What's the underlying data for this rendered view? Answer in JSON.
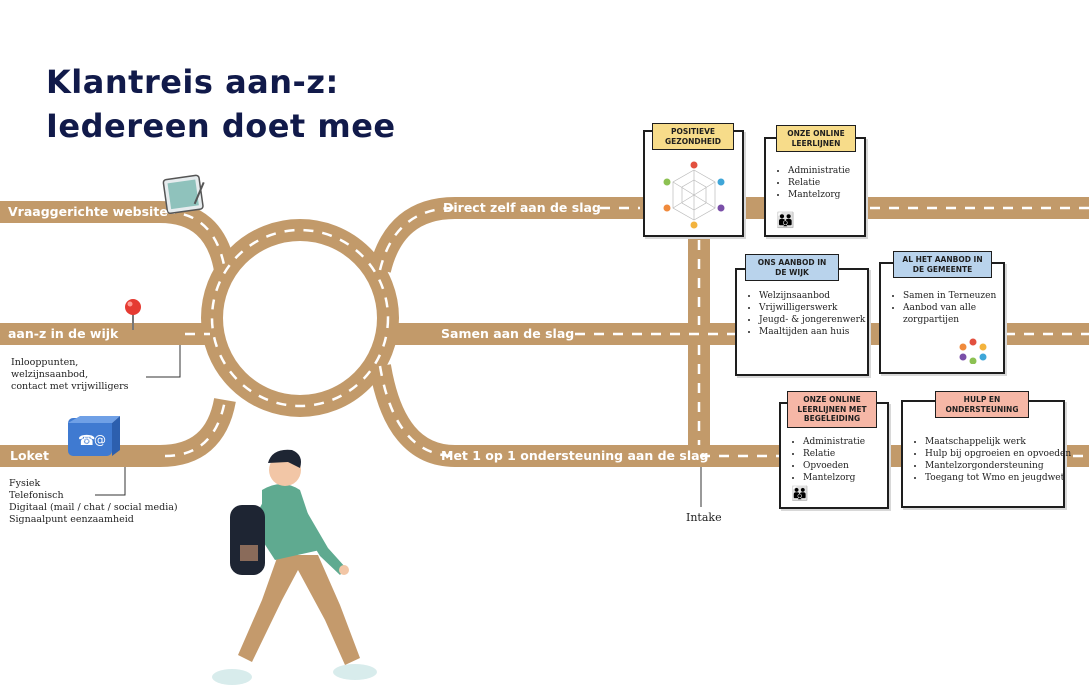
{
  "title": {
    "line1": "Klantreis aan-z:",
    "line2": "Iedereen doet mee"
  },
  "roads": {
    "website": "Vraaggerichte website",
    "wijk": "aan-z in de wijk",
    "loket": "Loket",
    "direct": "Direct zelf aan de slag",
    "samen": "Samen aan de slag",
    "een_op_een": "Met 1 op 1 ondersteuning aan de slag"
  },
  "notes": {
    "wijk": [
      "Inlooppunten,",
      "welzijnsaanbod,",
      "contact met vrijwilligers"
    ],
    "loket": [
      "Fysiek",
      "Telefonisch",
      "Digitaal (mail / chat / social media)",
      "Signaalpunt eenzaamheid"
    ],
    "intake": "Intake"
  },
  "cards": {
    "positieve": {
      "title": "POSITIEVE GEZONDHEID",
      "color": "#f7dc8a"
    },
    "online": {
      "title": "ONZE ONLINE LEERLIJNEN",
      "color": "#f7dc8a",
      "items": [
        "Administratie",
        "Relatie",
        "Mantelzorg"
      ]
    },
    "wijk": {
      "title": "ONS AANBOD IN DE WIJK",
      "color": "#b9d3ec",
      "items": [
        "Welzijnsaanbod",
        "Vrijwilligerswerk",
        "Jeugd- & jongerenwerk",
        "Maaltijden aan huis"
      ]
    },
    "gemeente": {
      "title": "AL HET AANBOD IN DE GEMEENTE",
      "color": "#b9d3ec",
      "items": [
        "Samen in Terneuzen",
        "Aanbod van alle zorgpartijen"
      ]
    },
    "begeleiding": {
      "title": "ONZE ONLINE LEERLIJNEN MET BEGELEIDING",
      "color": "#f6b7a6",
      "items": [
        "Administratie",
        "Relatie",
        "Opvoeden",
        "Mantelzorg"
      ]
    },
    "hulp": {
      "title": "HULP EN ONDERSTEUNING",
      "color": "#f6b7a6",
      "items": [
        "Maatschappelijk werk",
        "Hulp bij opgroeien en opvoeden",
        "Mantelzorgondersteuning",
        "Toegang tot Wmo en jeugdwet"
      ]
    }
  },
  "colors": {
    "road": "#c29a6a",
    "title": "#111a4a",
    "dash": "#ffffff"
  },
  "icons": [
    "tablet-icon",
    "map-pin-icon",
    "phone-email-cube-icon",
    "walking-person-icon",
    "family-icon",
    "radar-chart-icon",
    "colored-dots-icon"
  ]
}
